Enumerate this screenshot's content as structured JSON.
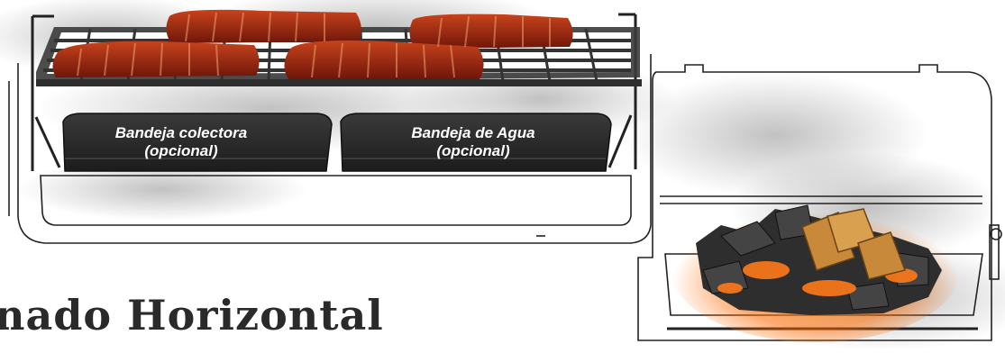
{
  "title": "nado Horizontal",
  "trays": {
    "drip": {
      "line1": "Bandeja colectora",
      "line2": "(opcional)"
    },
    "water": {
      "line1": "Bandeja de Agua",
      "line2": "(opcional)"
    }
  },
  "icons": {
    "ribs": "ribs-icon",
    "grill_grate": "grill-grate-icon",
    "firebox": "firebox-icon",
    "charcoal": "charcoal-icon",
    "wood_chunks": "wood-chunk-icon",
    "smoke": "smoke-icon"
  },
  "colors": {
    "ribs": "#8a1f10",
    "ribs_highlight": "#d0481c",
    "tray": "#2b2b2b",
    "fire": "#ff7a1a",
    "coal": "#2e2e2e",
    "wood": "#c88a3a",
    "smoke": "#9a9a9a"
  }
}
